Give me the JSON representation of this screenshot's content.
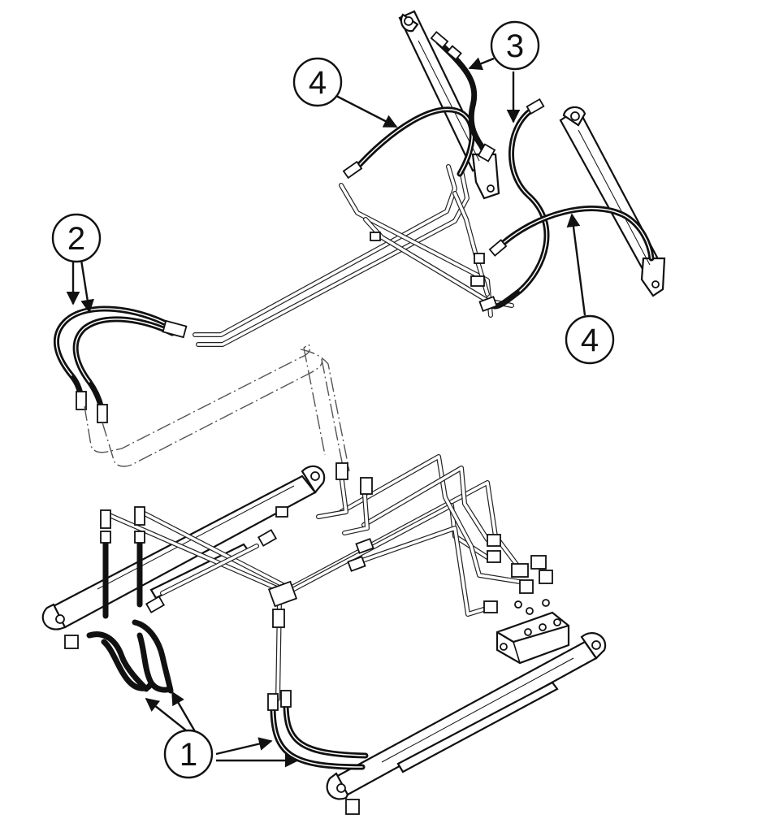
{
  "callouts": [
    {
      "id": "1",
      "label": "1"
    },
    {
      "id": "2",
      "label": "2"
    },
    {
      "id": "3",
      "label": "3"
    },
    {
      "id": "4a",
      "label": "4"
    },
    {
      "id": "4b",
      "label": "4"
    }
  ],
  "colors": {
    "line": "#111111",
    "background": "#ffffff"
  }
}
